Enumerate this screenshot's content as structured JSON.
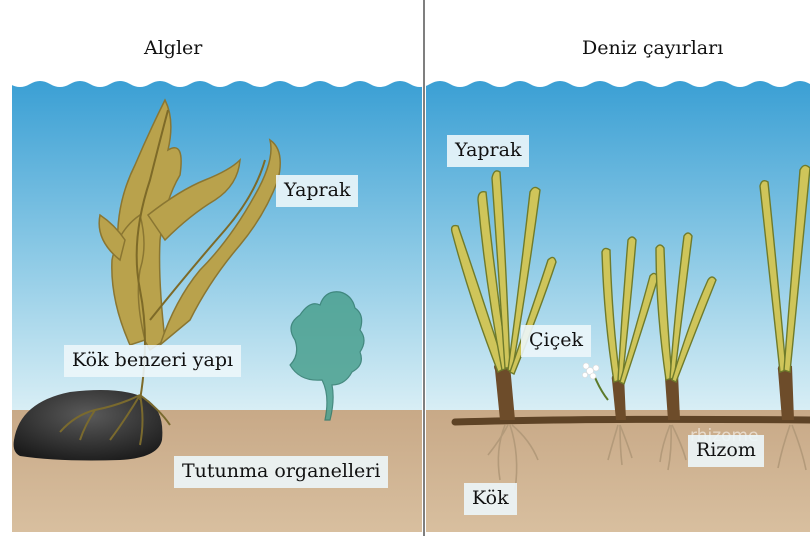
{
  "panels": {
    "left": {
      "title": "Algler",
      "labels": {
        "leaf": "Yaprak",
        "rootlike": "Kök benzeri yapı",
        "holdfast": "Tutunma organelleri"
      }
    },
    "right": {
      "title": "Deniz çayırları",
      "labels": {
        "leaf": "Yaprak",
        "flower": "Çiçek",
        "rhizome": "Rizom",
        "root": "Kök"
      },
      "watermark": "rhizome"
    }
  },
  "colors": {
    "sky": "#ffffff",
    "water_top": "#3ea8d9",
    "water_bottom": "#cfe9f2",
    "sediment": "#cdb08e",
    "alga": "#b8a24a",
    "alga_dark": "#8a7630",
    "seagrass": "#c9c254",
    "seagrass_dark": "#6d7a2a",
    "rhizome": "#5e4326",
    "rock": "#2b2b2b",
    "green_alga": "#3f9a8a"
  }
}
